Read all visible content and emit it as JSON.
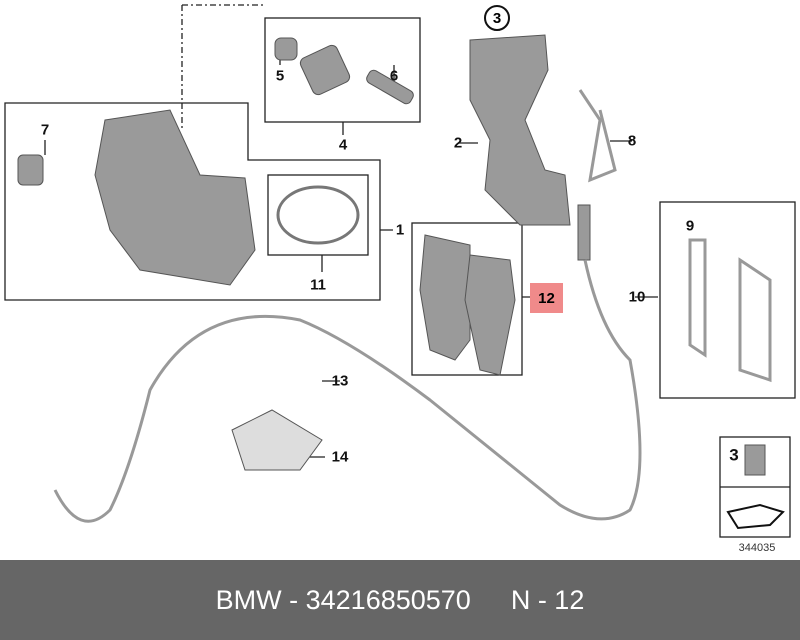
{
  "labels": {
    "l1": "1",
    "l2": "2",
    "l3": "3",
    "l4": "4",
    "l5": "5",
    "l6": "6",
    "l7": "7",
    "l8": "8",
    "l9": "9",
    "l10": "10",
    "l11": "11",
    "l12": "12",
    "l13": "13",
    "l14": "14",
    "l3b": "3"
  },
  "diagram_number": "344035",
  "footer": {
    "part": "BMW - 34216850570",
    "ref": "N - 12"
  },
  "colors": {
    "highlight": "#f08a8a",
    "footer": "#666666"
  }
}
